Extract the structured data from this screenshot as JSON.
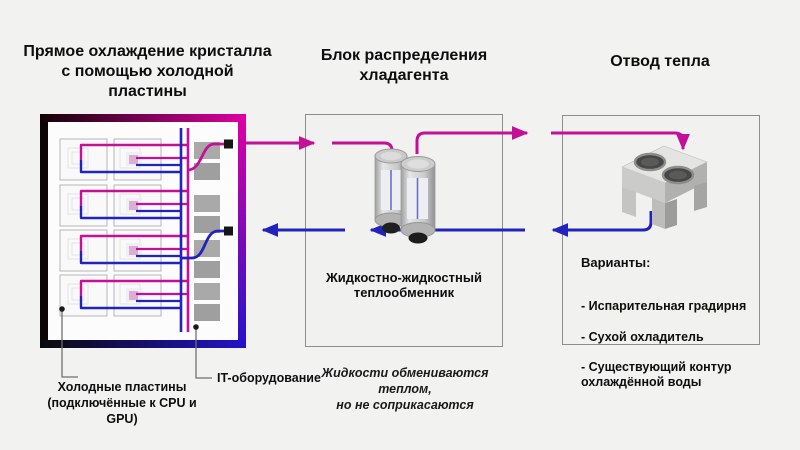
{
  "titles": {
    "left": "Прямое охлаждение кристалла\nс помощью холодной пластины",
    "middle": "Блок распределения\nхладагента",
    "right": "Отвод тепла"
  },
  "rack": {
    "labels": {
      "cold_plates": "Холодные пластины\n(подключённые к CPU и GPU)",
      "it_equipment": "IT-оборудование"
    }
  },
  "cdu": {
    "label": "Жидкостно-жидкостный\nтеплообменник",
    "note": "Жидкости обмениваются\nтеплом,\nно не соприкасаются"
  },
  "heat_rejection": {
    "options_title": "Варианты:",
    "options": [
      "- Испарительная градирня",
      "- Сухой охладитель",
      "- Существующий контур\nохлаждённой воды"
    ]
  },
  "icons": {
    "heat_exchanger": "two-cylinder-liquid-heat-exchanger",
    "cooling_tower": "isometric-dry-cooler-two-fans",
    "connectors": "quick-disconnect-squares"
  },
  "colors": {
    "hot_loop": "#c50f96",
    "cold_loop": "#2222bc",
    "frame_dark": "#120305",
    "frame_magenta": "#df00a2",
    "frame_blue": "#2213cb",
    "background": "#f2f2f1"
  }
}
